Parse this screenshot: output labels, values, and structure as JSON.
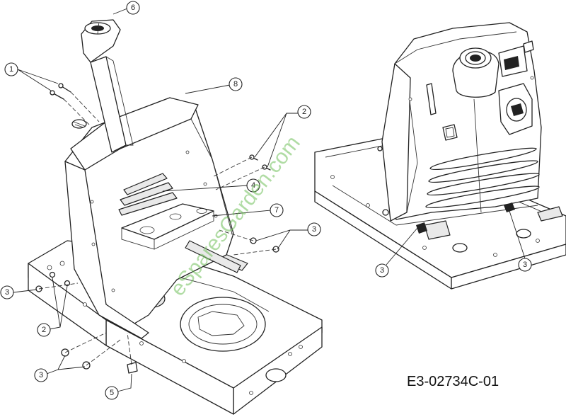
{
  "diagram": {
    "code": "E3-02734C-01",
    "watermark": "eSparesGarden.com",
    "callouts": [
      "1",
      "2",
      "2",
      "3",
      "3",
      "3",
      "3",
      "3",
      "4",
      "5",
      "6",
      "7",
      "8"
    ]
  },
  "colors": {
    "line": "#222222",
    "watermark": "#6fbf5a",
    "background": "#ffffff"
  }
}
